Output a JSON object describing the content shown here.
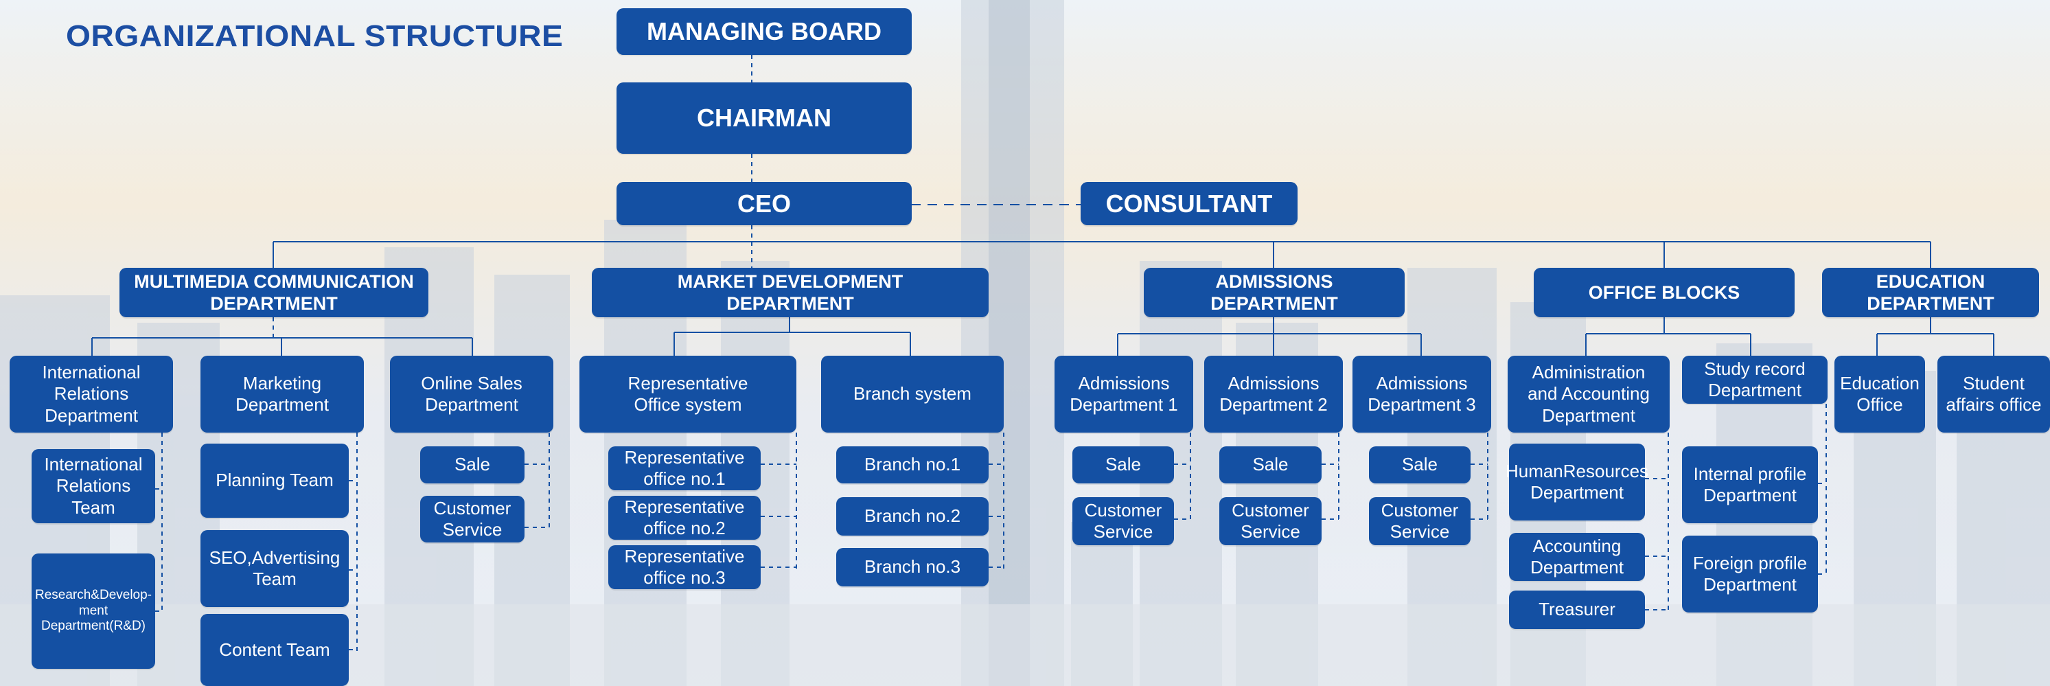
{
  "title": "ORGANIZATIONAL STRUCTURE",
  "colors": {
    "box": "#1450a3",
    "title": "#1c4ea3",
    "line": "#1450a3"
  },
  "top": {
    "managing_board": "MANAGING BOARD",
    "chairman": "CHAIRMAN",
    "ceo": "CEO",
    "consultant": "CONSULTANT"
  },
  "departments": {
    "multimedia": "MULTIMEDIA COMMUNICATION\nDEPARTMENT",
    "market": "MARKET DEVELOPMENT\nDEPARTMENT",
    "admissions": "ADMISSIONS\nDEPARTMENT",
    "office": "OFFICE BLOCKS",
    "education": "EDUCATION\nDEPARTMENT"
  },
  "multimedia": {
    "international_relations_dept": "International Relations\nDepartment",
    "international_relations_team": "International\nRelations Team",
    "rnd": "Research&Develop-\nment\nDepartment(R&D)",
    "marketing_dept": "Marketing\nDepartment",
    "planning_team": "Planning Team",
    "seo_team": "SEO,Advertising\nTeam",
    "content_team": "Content Team",
    "online_sales_dept": "Online Sales\nDepartment",
    "sale": "Sale",
    "customer_service": "Customer\nService"
  },
  "market": {
    "rep_office_system": "Representative\nOffice system",
    "rep_office_1": "Representative\noffice no.1",
    "rep_office_2": "Representative\noffice no.2",
    "rep_office_3": "Representative\noffice no.3",
    "branch_system": "Branch system",
    "branch_1": "Branch no.1",
    "branch_2": "Branch no.2",
    "branch_3": "Branch no.3"
  },
  "admissions": {
    "admissions_1": "Admissions\nDepartment 1",
    "admissions_2": "Admissions\nDepartment 2",
    "admissions_3": "Admissions\nDepartment 3",
    "sale": "Sale",
    "customer_service": "Customer\nService"
  },
  "office": {
    "admin_accounting": "Administration\nand Accounting\nDepartment",
    "hr": "HumanResources\nDepartment",
    "accounting": "Accounting\nDepartment",
    "treasurer": "Treasurer",
    "study_record": "Study record\nDepartment",
    "internal_profile": "Internal profile\nDepartment",
    "foreign_profile": "Foreign profile\nDepartment"
  },
  "education": {
    "education_office": "Education\nOffice",
    "student_affairs": "Student\naffairs office"
  }
}
